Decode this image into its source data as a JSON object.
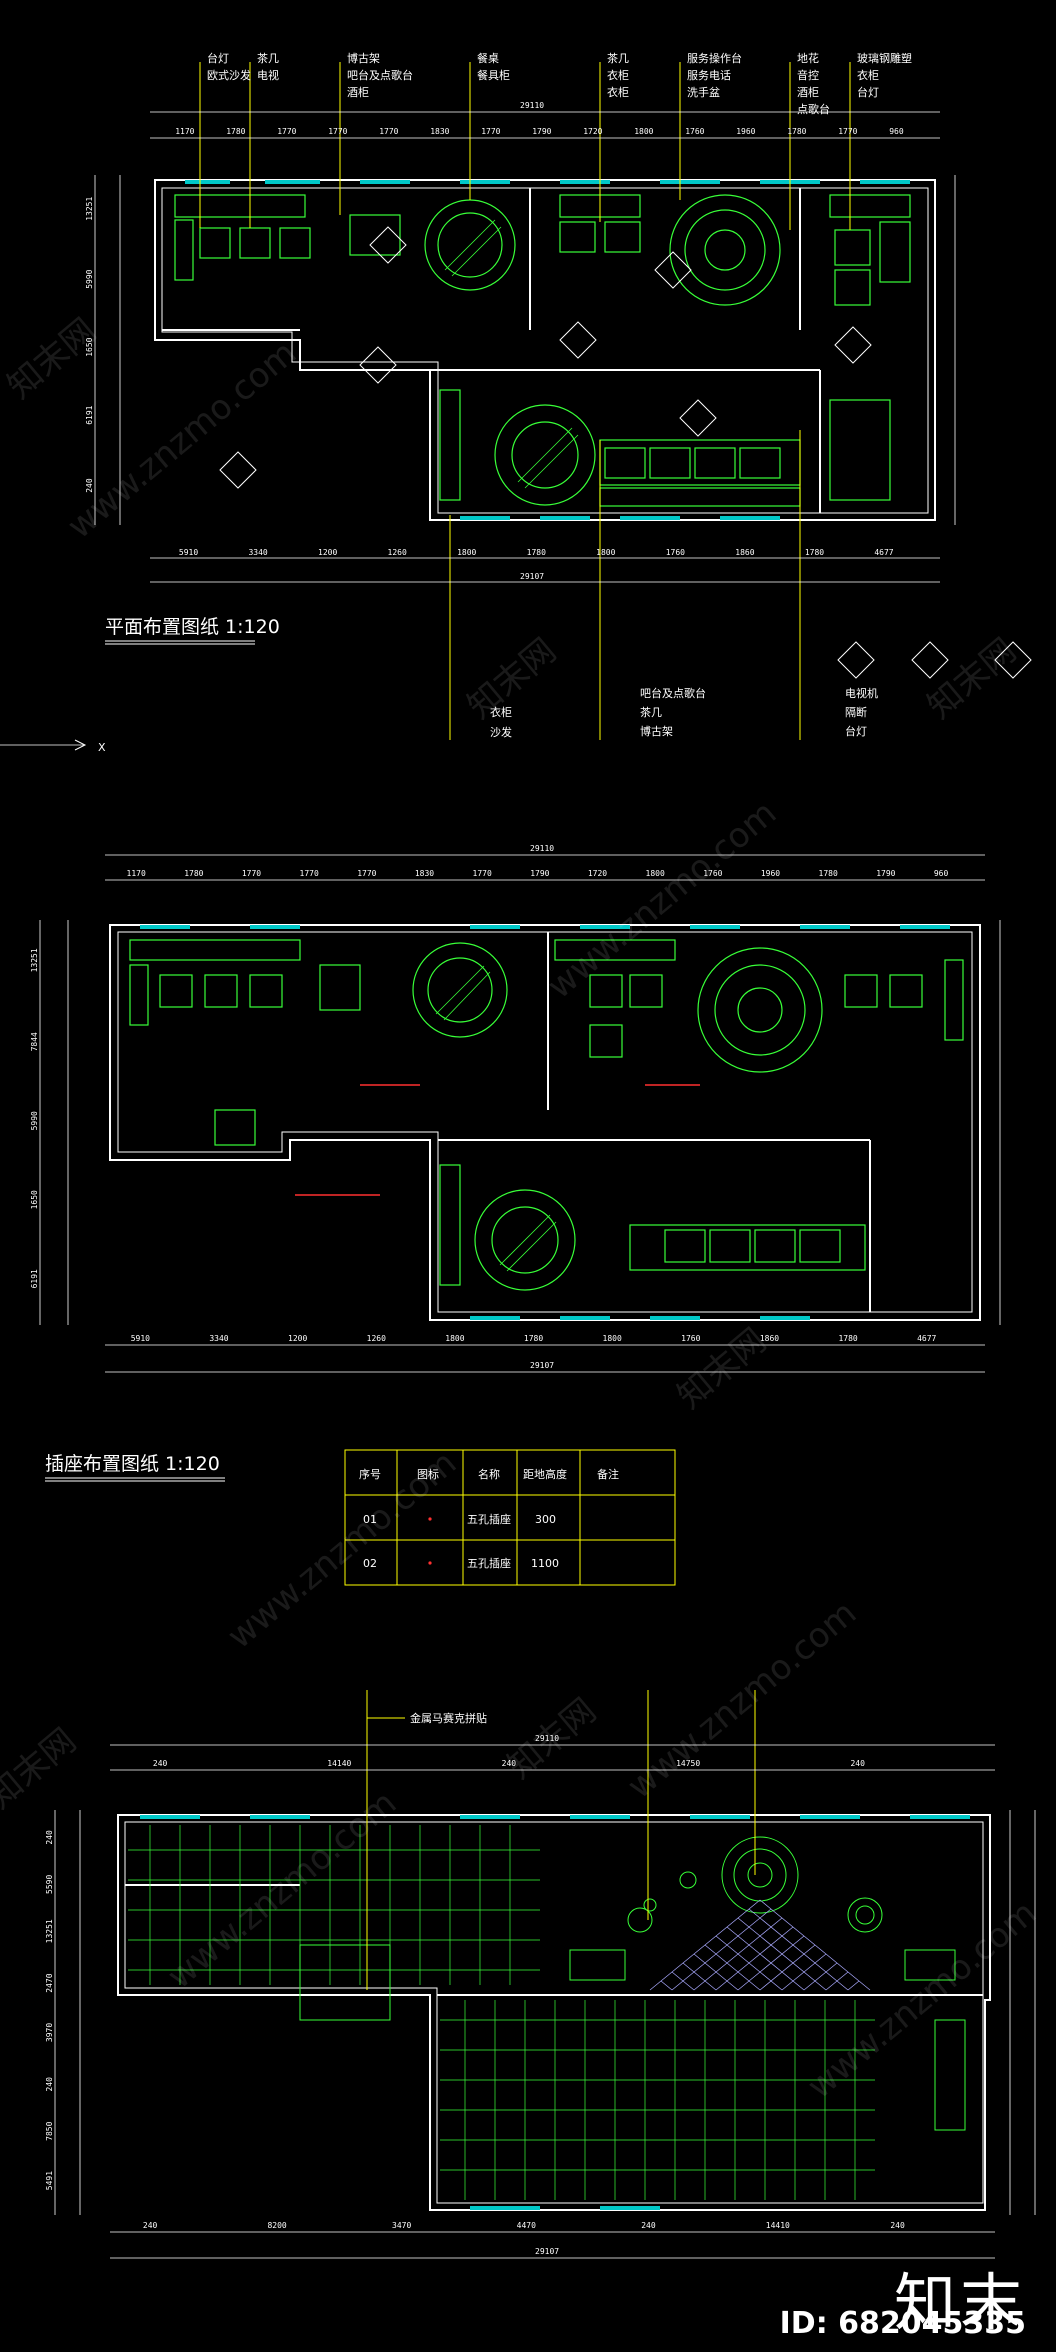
{
  "plan1": {
    "title": "平面布置图纸 1:120",
    "top_labels": [
      [
        "台灯",
        "欧式沙发"
      ],
      [
        "茶几",
        "电视"
      ],
      [
        "博古架",
        "吧台及点歌台",
        "酒柜"
      ],
      [
        "餐桌",
        "餐具柜"
      ],
      [
        "茶几",
        "衣柜",
        "衣柜"
      ],
      [
        "服务操作台",
        "服务电话",
        "洗手盆"
      ],
      [
        "地花",
        "音控",
        "酒柜",
        "点歌台"
      ],
      [
        "玻璃钢雕塑",
        "衣柜",
        "台灯"
      ]
    ],
    "bottom_left_labels": [
      "衣柜",
      "沙发"
    ],
    "bottom_mid_labels": [
      "吧台及点歌台",
      "茶几",
      "博古架"
    ],
    "bottom_right_labels": [
      "电视机",
      "隔断",
      "台灯"
    ],
    "top_dims": [
      "1170",
      "1780",
      "1770",
      "1770",
      "1770",
      "1830",
      "1770",
      "1790",
      "1720",
      "1800",
      "1760",
      "1960",
      "1780",
      "1770",
      "960"
    ],
    "bottom_dims": [
      "5910",
      "3340",
      "1200",
      "1260",
      "1800",
      "1780",
      "1800",
      "1760",
      "1860",
      "1780",
      "4677"
    ],
    "overall": "29110",
    "overall_bottom": "29107",
    "side_dims": [
      "13251",
      "5990",
      "1650",
      "6191",
      "240"
    ],
    "axis": "X"
  },
  "plan2": {
    "title": "插座布置图纸 1:120",
    "top_dims": [
      "1170",
      "1780",
      "1770",
      "1770",
      "1770",
      "1830",
      "1770",
      "1790",
      "1720",
      "1800",
      "1760",
      "1960",
      "1780",
      "1790",
      "960"
    ],
    "bottom_dims": [
      "5910",
      "3340",
      "1200",
      "1260",
      "1800",
      "1780",
      "1800",
      "1760",
      "1860",
      "1780",
      "4677"
    ],
    "overall": "29110",
    "overall_bottom": "29107",
    "side_dims": [
      "13251",
      "7844",
      "5990",
      "1650",
      "6191"
    ]
  },
  "legend": {
    "headers": [
      "序号",
      "图标",
      "名称",
      "距地高度",
      "备注"
    ],
    "rows": [
      {
        "no": "01",
        "name": "五孔插座",
        "height": "300",
        "note": ""
      },
      {
        "no": "02",
        "name": "五孔插座",
        "height": "1100",
        "note": ""
      }
    ]
  },
  "plan3": {
    "label": "金属马赛克拼贴",
    "top_dims": [
      "240",
      "14140",
      "240",
      "14750",
      "240"
    ],
    "bottom_dims": [
      "240",
      "8200",
      "3470",
      "4470",
      "240",
      "14410",
      "240"
    ],
    "overall": "29110",
    "overall_bottom": "29107",
    "side_dims": [
      "240",
      "5590",
      "13251",
      "2470",
      "3970",
      "240",
      "7850",
      "5491"
    ]
  },
  "watermark": "www.znzmo.com",
  "watermark_cn": "知末网",
  "brand": "知末",
  "image_id": "ID: 682045335",
  "colors": {
    "wall": "#ffffff",
    "furniture": "#38ff38",
    "leader": "#ffff00",
    "accent": "#00c8c8",
    "dim": "#ffffff",
    "red": "#ff3030",
    "magenta": "#ff40ff"
  }
}
